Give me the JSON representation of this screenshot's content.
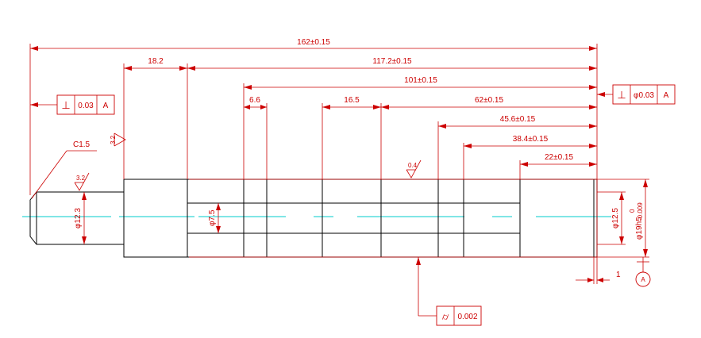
{
  "dims": {
    "overall": "162±0.15",
    "d1": "18.2",
    "d2": "117.2±0.15",
    "d3": "101±0.15",
    "d4": "6.6",
    "d5": "16.5",
    "d6": "62±0.15",
    "d7": "45.6±0.15",
    "d8": "38.4±0.15",
    "d9": "22±0.15",
    "d10": "1",
    "chamfer": "C1.5",
    "dia_left": "φ12.3",
    "dia_bore": "φ7.5",
    "dia_right": "φ12.5",
    "dia_main": "φ19h5",
    "tol_upper": "0",
    "tol_lower": "-0.009"
  },
  "roughness": {
    "r1": "3.2",
    "r2": "3.2",
    "r3": "0.4"
  },
  "gdt": {
    "left": {
      "symbol": "⊥",
      "value": "0.03",
      "datum": "A"
    },
    "right": {
      "symbol": "⊥",
      "value": "φ0.03",
      "datum": "A"
    },
    "bottom": {
      "symbol": "⌭",
      "value": "0.002"
    }
  },
  "datum": {
    "label": "A"
  },
  "colors": {
    "dimension": "#cc0000",
    "outline": "#000000",
    "centerline": "#00cccc"
  }
}
